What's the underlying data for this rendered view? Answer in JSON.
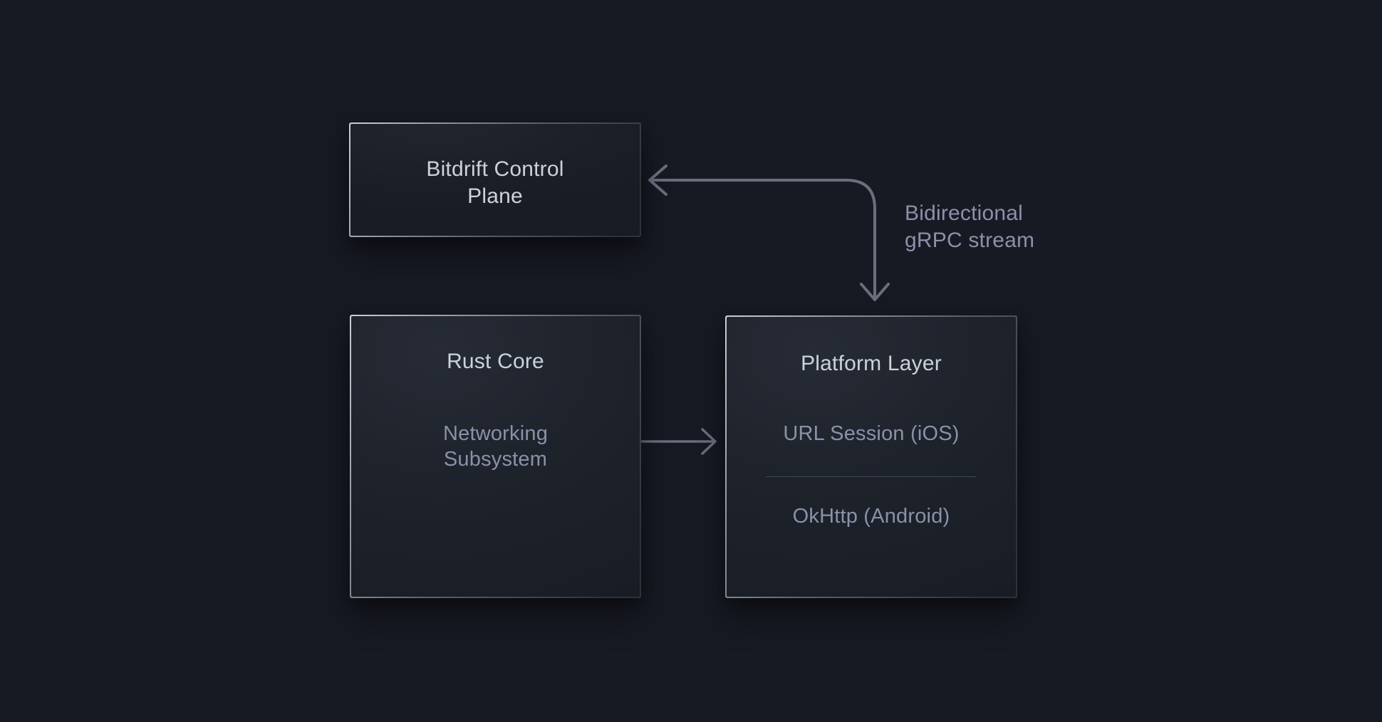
{
  "diagram": {
    "nodes": {
      "control_plane": {
        "title_line1": "Bitdrift Control",
        "title_line2": "Plane"
      },
      "rust_core": {
        "title": "Rust Core",
        "subsystem_line1": "Networking",
        "subsystem_line2": "Subsystem"
      },
      "platform_layer": {
        "title": "Platform Layer",
        "ios_item": "URL Session (iOS)",
        "android_item": "OkHttp (Android)"
      }
    },
    "edges": {
      "grpc_stream": {
        "label_line1": "Bidirectional",
        "label_line2": "gRPC stream",
        "direction": "bidirectional"
      },
      "core_platform": {
        "direction": "bidirectional"
      }
    }
  },
  "colors": {
    "background": "#171a23",
    "box_fill": "#1e222b",
    "border_light": "#c9cfd9",
    "border_dark": "#2e323b",
    "title_text": "#ccd2dc",
    "secondary_text": "#8b91a9",
    "arrow": "#68707f",
    "divider": "#3f4654"
  }
}
